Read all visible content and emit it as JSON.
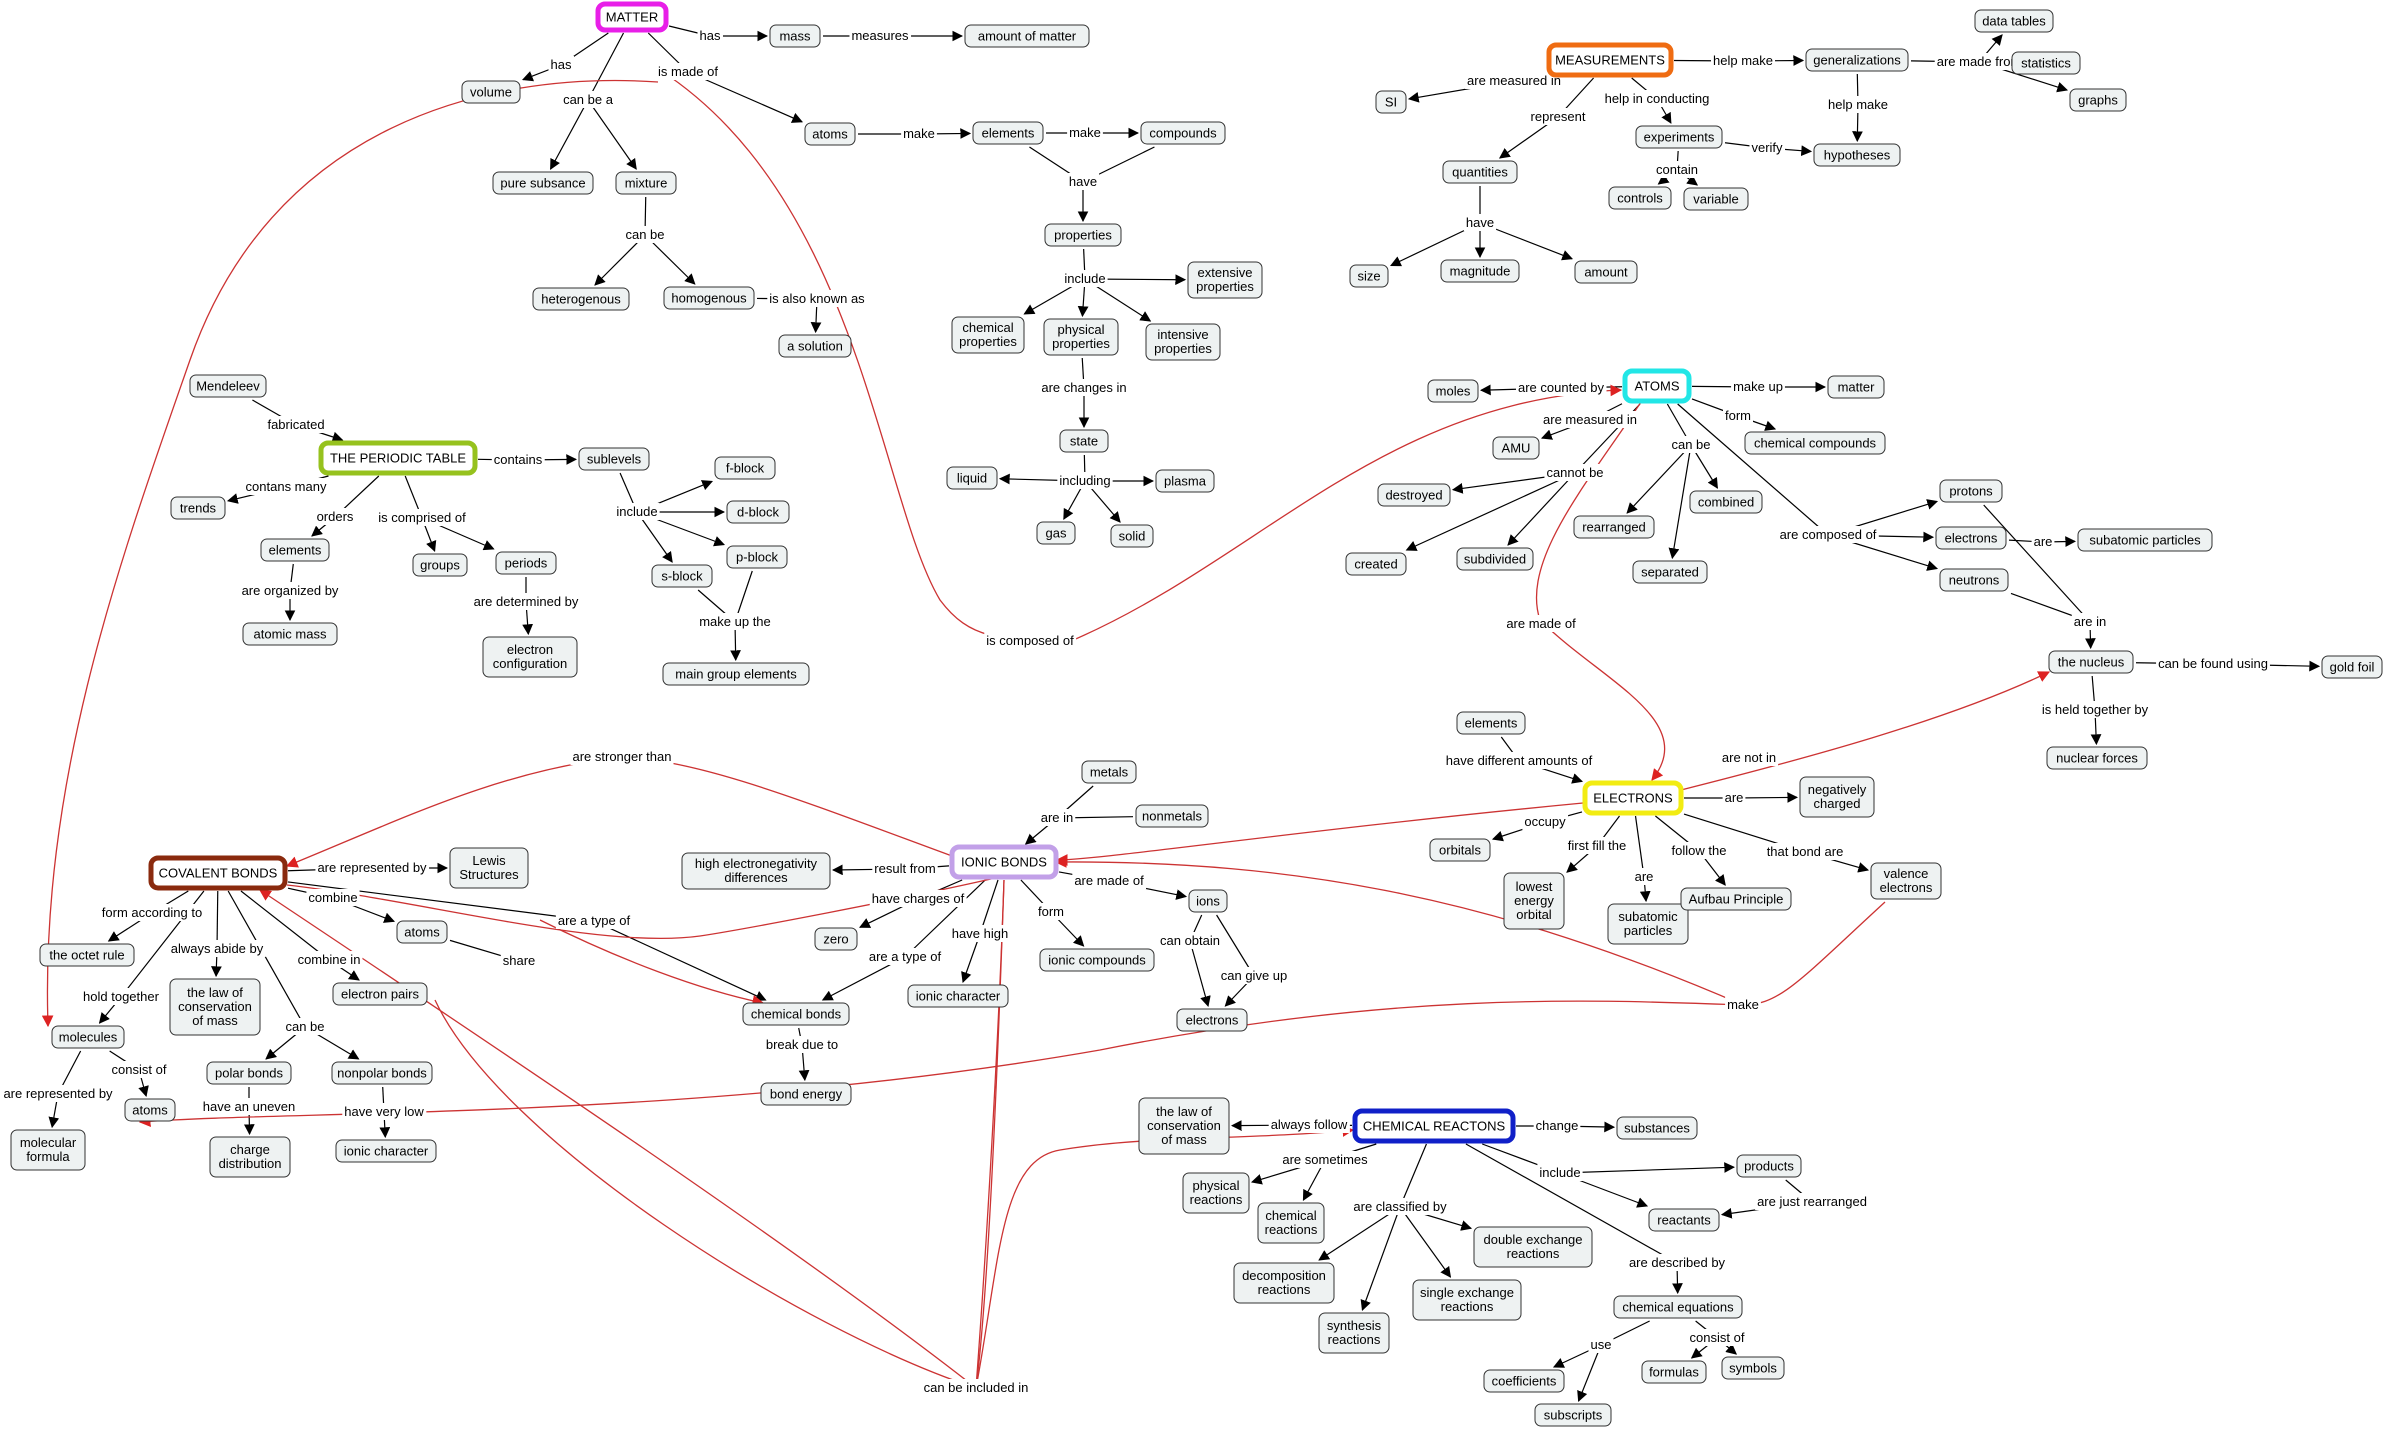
{
  "colors": {
    "node_fill": "#eef2f2",
    "node_stroke": "#333333",
    "line": "#000000",
    "cross_link": "#cc3333",
    "hub_matter": "#e81fe8",
    "hub_measurements": "#ef6c12",
    "hub_periodic": "#96c21e",
    "hub_atoms": "#22e6e6",
    "hub_electrons": "#f2ec12",
    "hub_covalent": "#8a2a0e",
    "hub_ionic": "#c2a0e8",
    "hub_chemical": "#1020c8"
  },
  "nodes": {
    "matter": "MATTER",
    "mass": "mass",
    "amount_of_matter": "amount of matter",
    "volume": "volume",
    "pure_substance": "pure subsance",
    "mixture": "mixture",
    "heterogenous": "heterogenous",
    "homogenous": "homogenous",
    "a_solution": "a solution",
    "atoms_m": "atoms",
    "elements_m": "elements",
    "compounds": "compounds",
    "properties": "properties",
    "extensive": [
      "extensive",
      "properties"
    ],
    "chemical_props": [
      "chemical",
      "properties"
    ],
    "physical_props": [
      "physical",
      "properties"
    ],
    "intensive": [
      "intensive",
      "properties"
    ],
    "state": "state",
    "liquid": "liquid",
    "plasma": "plasma",
    "gas": "gas",
    "solid": "solid",
    "measurements": "MEASUREMENTS",
    "si": "SI",
    "generalizations": "generalizations",
    "data_tables": "data tables",
    "statistics": "statistics",
    "graphs": "graphs",
    "hypotheses": "hypotheses",
    "experiments": "experiments",
    "controls": "controls",
    "variable": "variable",
    "quantities": "quantities",
    "size": "size",
    "magnitude": "magnitude",
    "amount": "amount",
    "mendeleev": "Mendeleev",
    "periodic_table": "THE PERIODIC TABLE",
    "trends": "trends",
    "elements_p": "elements",
    "atomic_mass": "atomic mass",
    "groups": "groups",
    "periods": "periods",
    "electron_config": [
      "electron",
      "configuration"
    ],
    "sublevels": "sublevels",
    "f_block": "f-block",
    "d_block": "d-block",
    "p_block": "p-block",
    "s_block": "s-block",
    "main_group": "main group elements",
    "atoms_hub": "ATOMS",
    "moles": "moles",
    "matter_small": "matter",
    "amu": "AMU",
    "chemical_compounds": "chemical compounds",
    "destroyed": "destroyed",
    "created": "created",
    "subdivided": "subdivided",
    "rearranged": "rearranged",
    "separated": "separated",
    "combined": "combined",
    "protons": "protons",
    "electrons_small": "electrons",
    "neutrons": "neutrons",
    "subatomic_particles": "subatomic particles",
    "the_nucleus": "the nucleus",
    "gold_foil": "gold foil",
    "nuclear_forces": "nuclear forces",
    "elements_e": "elements",
    "electrons_hub": "ELECTRONS",
    "negatively_charged": [
      "negatively",
      "charged"
    ],
    "orbitals": "orbitals",
    "lowest_energy": [
      "lowest",
      "energy",
      "orbital"
    ],
    "subatomic_e": [
      "subatomic",
      "particles"
    ],
    "aufbau": "Aufbau Principle",
    "valence": [
      "valence",
      "electrons"
    ],
    "covalent": "COVALENT BONDS",
    "lewis": [
      "Lewis",
      "Structures"
    ],
    "octet": "the octet rule",
    "atoms_c": "atoms",
    "law_mass_c": [
      "the law of",
      "conservation",
      "of mass"
    ],
    "electron_pairs": "electron pairs",
    "molecules": "molecules",
    "atoms_c2": "atoms",
    "molecular_formula": [
      "molecular",
      "formula"
    ],
    "polar_bonds": "polar bonds",
    "nonpolar_bonds": "nonpolar bonds",
    "charge_distribution": [
      "charge",
      "distribution"
    ],
    "ionic_character_c": "ionic character",
    "ionic": "IONIC BONDS",
    "metals": "metals",
    "nonmetals": "nonmetals",
    "high_en": [
      "high electronegativity",
      "differences"
    ],
    "zero": "zero",
    "ions": "ions",
    "ionic_compounds": "ionic compounds",
    "ionic_character_i": "ionic character",
    "chemical_bonds": "chemical bonds",
    "bond_energy": "bond energy",
    "electrons_i": "electrons",
    "chem_reactions": "CHEMICAL REACTONS",
    "law_mass_r": [
      "the law of",
      "conservation",
      "of mass"
    ],
    "substances": "substances",
    "physical_reactions": [
      "physical",
      "reactions"
    ],
    "chemical_reactions": [
      "chemical",
      "reactions"
    ],
    "products": "products",
    "reactants": "reactants",
    "double_exchange": [
      "double exchange",
      "reactions"
    ],
    "decomposition": [
      "decomposition",
      "reactions"
    ],
    "single_exchange": [
      "single exchange",
      "reactions"
    ],
    "synthesis": [
      "synthesis",
      "reactions"
    ],
    "chemical_equations": "chemical equations",
    "coefficients": "coefficients",
    "formulas": "formulas",
    "symbols": "symbols",
    "subscripts": "subscripts"
  },
  "links": {
    "has": "has",
    "measures": "measures",
    "has_volume": "has",
    "can_be_a": "can be a",
    "is_made_of": "is made of",
    "can_be_mix": "can be",
    "also_known": "is also known as",
    "make1": "make",
    "make2": "make",
    "have_prop": "have",
    "include_prop": "include",
    "changes_in": "are changes in",
    "including": "including",
    "is_composed_of": "is composed of",
    "measured_in": "are measured in",
    "help_make": "help make",
    "made_from": "are made from",
    "help_make2": "help make",
    "help_conducting": "help in conducting",
    "verify": "verify",
    "contain": "contain",
    "represent": "represent",
    "have_q": "have",
    "fabricated": "fabricated",
    "contains": "contains",
    "contans_many": "contans many",
    "orders": "orders",
    "comprised": "is comprised of",
    "organized_by": "are organized by",
    "determined_by": "are determined by",
    "include_sub": "include",
    "make_up_the": "make up the",
    "counted_by": "are counted by",
    "make_up": "make up",
    "measured_in_amu": "are measured in",
    "form_a": "form",
    "cannot_be": "cannot be",
    "can_be_a2": "can be",
    "composed_of": "are composed of",
    "are_sub": "are",
    "are_in": "are in",
    "found_using": "can be found using",
    "held_together": "is held together by",
    "are_made_of": "are made of",
    "are_not_in": "are not in",
    "diff_amounts": "have different amounts of",
    "are_neg": "are",
    "occupy": "occupy",
    "first_fill": "first fill the",
    "are_e": "are",
    "follow_the": "follow the",
    "that_bond": "that bond are",
    "stronger_than": "are stronger than",
    "represented_by": "are represented by",
    "form_according": "form according to",
    "combine": "combine",
    "always_abide": "always abide by",
    "combine_in": "combine in",
    "hold_together": "hold together",
    "share": "share",
    "type_of_c": "are a type of",
    "can_be_c": "can be",
    "represented_by2": "are represented by",
    "consist_of": "consist of",
    "uneven": "have an uneven",
    "very_low": "have very low",
    "are_in_i": "are in",
    "result_from": "result from",
    "charges_of": "have charges of",
    "type_of_i": "are a type of",
    "have_high": "have high",
    "form_i": "form",
    "made_of_i": "are made of",
    "can_obtain": "can obtain",
    "can_give_up": "can give up",
    "break_due": "break due to",
    "make_v": "make",
    "included_in": "can be included in",
    "always_follow": "always follow",
    "change": "change",
    "are_sometimes": "are sometimes",
    "include_r": "include",
    "are_just": "are just rearranged",
    "classified_by": "are classified by",
    "described_by": "are described by",
    "use": "use",
    "consist_of2": "consist of"
  }
}
